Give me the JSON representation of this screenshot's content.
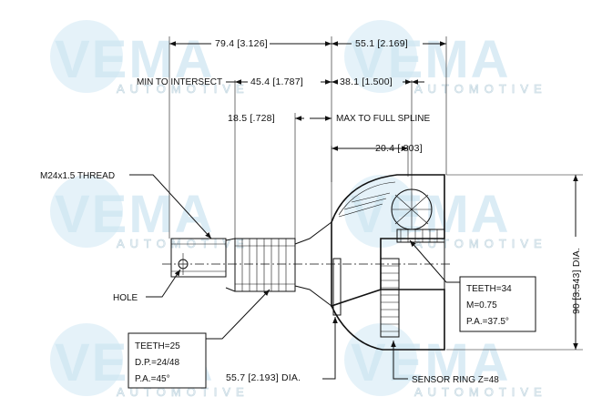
{
  "watermark": {
    "brand": "VEMA",
    "sub": "AUTOMOTIVE"
  },
  "dimensions": {
    "overall_length": "79.4 [3.126]",
    "head_length": "55.1 [2.169]",
    "min_to_intersect_label": "MIN TO INTERSECT",
    "min_to_intersect_value": "45.4 [1.787]",
    "intersect_to_end": "38.1 [1.500]",
    "spline_length": "18.5 [.728]",
    "max_to_full_spline": "MAX TO FULL SPLINE",
    "inner_depth": "20.4 [.803]",
    "body_diameter": "90 [3.543] DIA.",
    "sensor_ring_diameter": "55.7 [2.193] DIA."
  },
  "callouts": {
    "thread": "M24x1.5 THREAD",
    "hole": "HOLE",
    "sensor_ring": "SENSOR RING Z=48"
  },
  "shaft_spec": {
    "teeth": "TEETH=25",
    "dp": "D.P.=24/48",
    "pa": "P.A.=45°"
  },
  "inner_spec": {
    "teeth": "TEETH=34",
    "module": "M=0.75",
    "pa": "P.A.=37.5°"
  }
}
